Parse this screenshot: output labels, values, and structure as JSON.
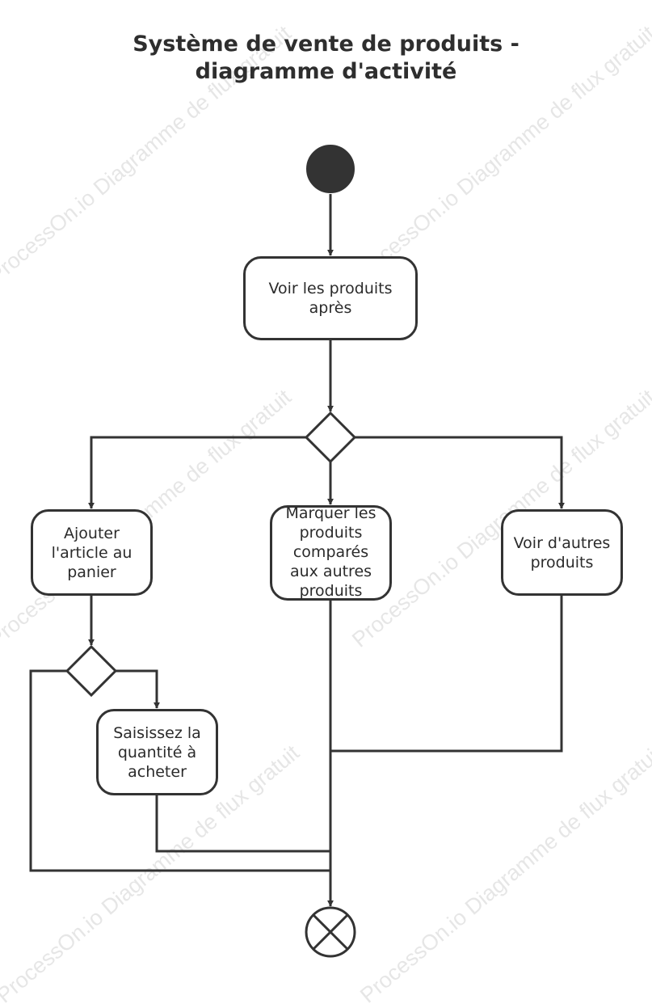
{
  "title": {
    "line1": "Système de vente de produits -",
    "line2": "diagramme d'activité"
  },
  "nodes": {
    "view_products": {
      "line1": "Voir les produits",
      "line2": "après"
    },
    "add_to_cart": {
      "line1": "Ajouter",
      "line2": "l'article au",
      "line3": "panier"
    },
    "mark_compared": {
      "line1": "Marquer les",
      "line2": "produits",
      "line3": "comparés",
      "line4": "aux autres",
      "line5": "produits"
    },
    "view_other": {
      "line1": "Voir d'autres",
      "line2": "produits"
    },
    "enter_quantity": {
      "line1": "Saisissez la",
      "line2": "quantité à",
      "line3": "acheter"
    }
  },
  "watermark": "ProcessOn.io Diagramme de flux gratuit",
  "colors": {
    "stroke": "#333333",
    "text": "#2b2b2b",
    "watermark": "#c9c9c9"
  }
}
